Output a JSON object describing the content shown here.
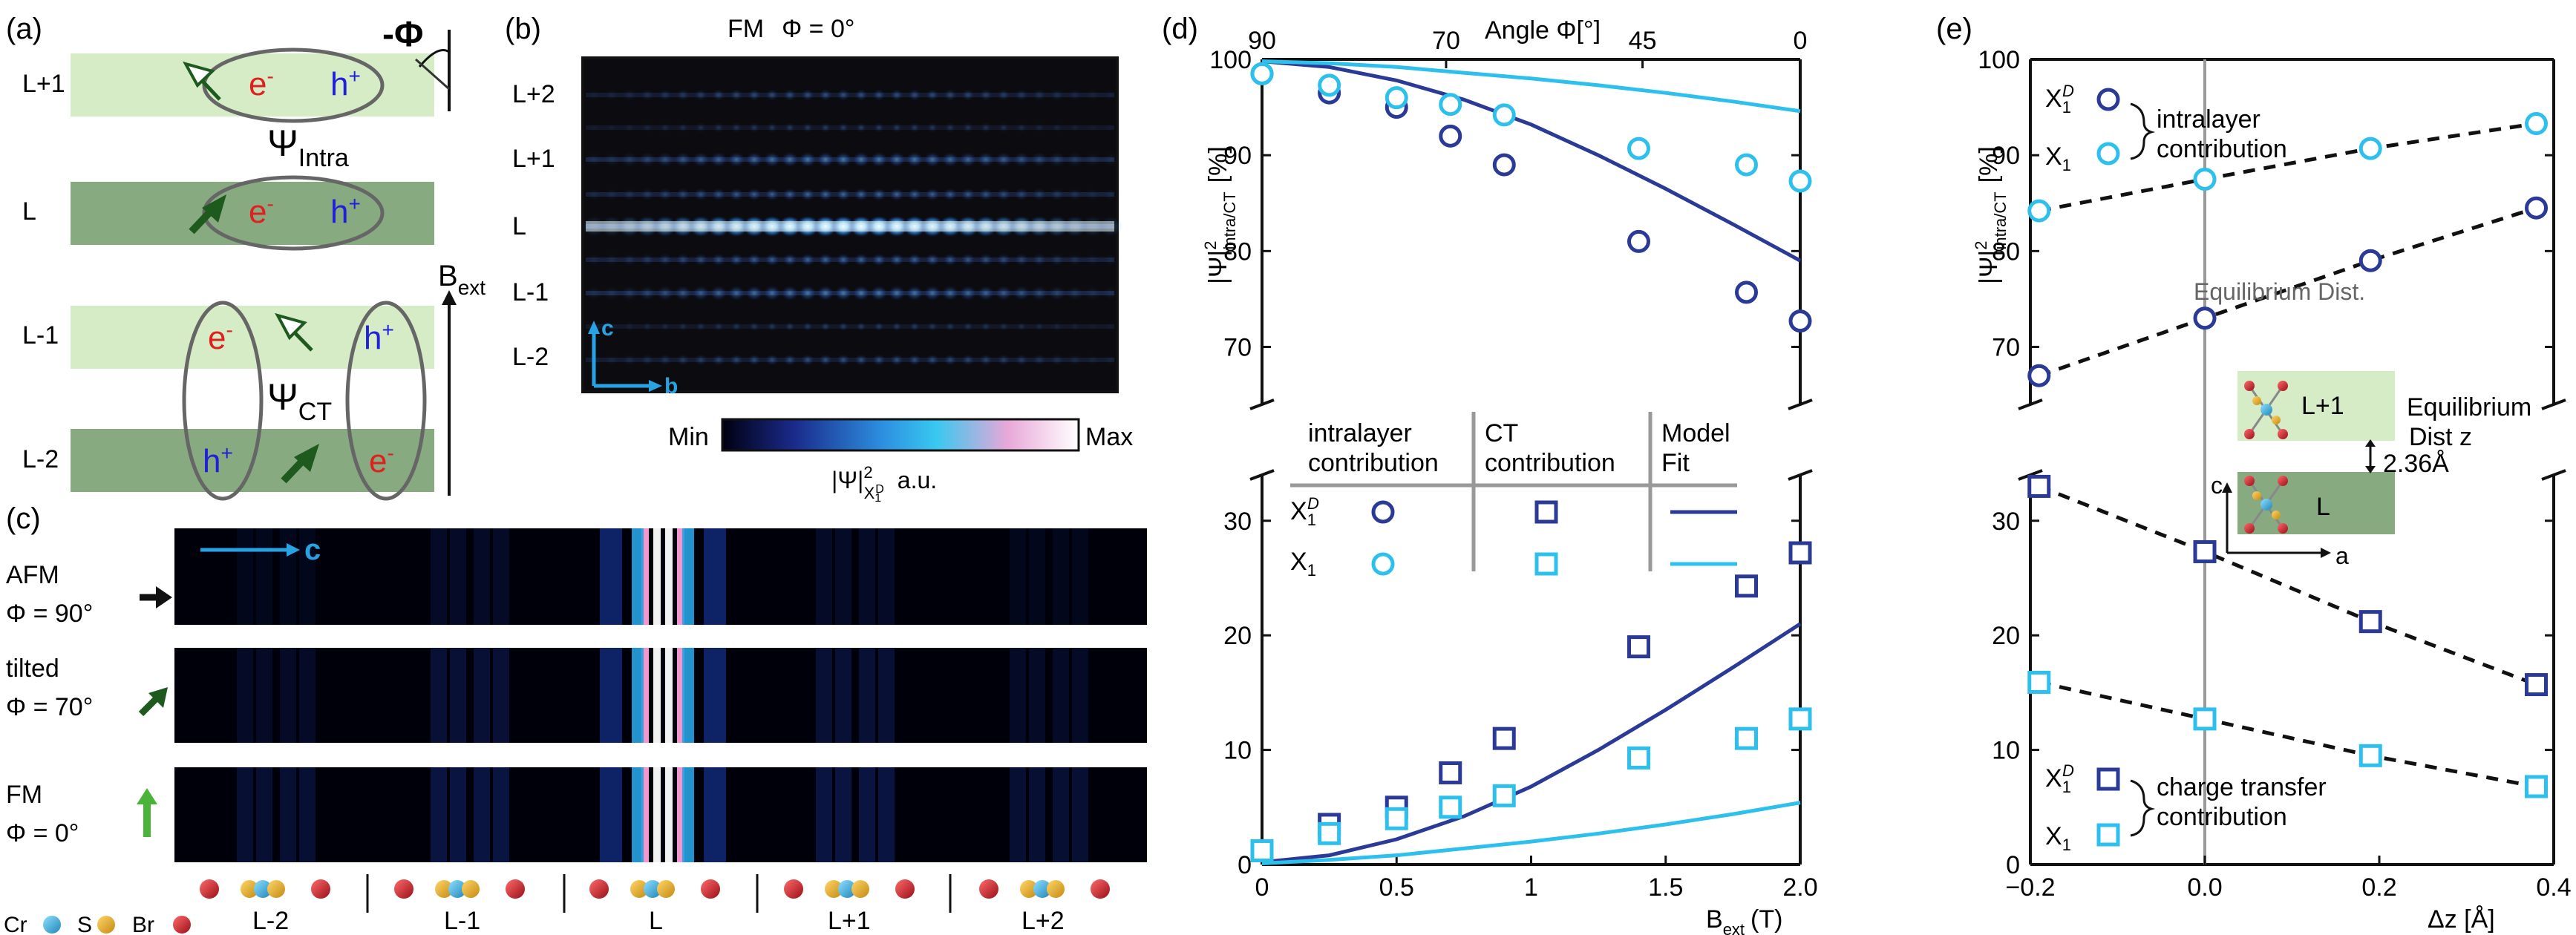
{
  "panel_labels": [
    "(a)",
    "(b)",
    "(c)",
    "(d)",
    "(e)"
  ],
  "colors": {
    "dark_blue": "#2a3a96",
    "light_blue": "#2ec0ec",
    "light_green": "#d5ecc6",
    "dark_green": "#87aa80",
    "electron": "#e02020",
    "hole": "#2020d8",
    "arrow_dark_green": "#1e5a1e",
    "arrow_light_green": "#4cb33a",
    "arrow_c": "#27a3e3",
    "cr_atom": "#3ab0d8",
    "s_atom": "#e3a41e",
    "br_atom": "#c81e2a"
  },
  "panel_a": {
    "layers": [
      "L+1",
      "L",
      "L-1",
      "L-2"
    ],
    "angle_label": "-Φ",
    "psi_intra": {
      "symbol": "Ψ",
      "sub": "Intra"
    },
    "psi_ct": {
      "symbol": "Ψ",
      "sub": "CT"
    },
    "b_field": {
      "symbol": "B",
      "sub": "ext"
    },
    "electron": "e",
    "hole": "h",
    "minus": "-",
    "plus": "+"
  },
  "panel_b": {
    "title": "FM",
    "phi_label": "Φ = 0°",
    "layer_labels": [
      "L+2",
      "L+1",
      "L",
      "L-1",
      "L-2"
    ],
    "axis_c": "c",
    "axis_b": "b",
    "colorbar_min": "Min",
    "colorbar_max": "Max",
    "colorbar_label_main": "|Ψ|",
    "colorbar_label_sup": "2",
    "colorbar_label_sub": "X",
    "colorbar_label_subsub": "1",
    "colorbar_label_subsup": "D",
    "colorbar_unit": "a.u."
  },
  "panel_c": {
    "axis_label": "c",
    "rows": [
      {
        "name": "AFM",
        "phi": "Φ = 90°"
      },
      {
        "name": "tilted",
        "phi": "Φ = 70°"
      },
      {
        "name": "FM",
        "phi": "Φ = 0°"
      }
    ],
    "layers": [
      "L-2",
      "L-1",
      "L",
      "L+1",
      "L+2"
    ],
    "legend": [
      {
        "label": "Cr"
      },
      {
        "label": "S"
      },
      {
        "label": "Br"
      }
    ]
  },
  "chart_data": [
    {
      "panel": "(d)",
      "type": "scatter",
      "xlabel_main": "B",
      "xlabel_sub": "ext",
      "xlabel_unit": "(T)",
      "ylabel_main": "|Ψ|",
      "ylabel_sup": "2",
      "ylabel_sub": "intra/CT",
      "ylabel_unit": "[%]",
      "xlim": [
        0,
        2.0
      ],
      "ylim_upper": [
        64,
        100
      ],
      "ylim_lower": [
        0,
        34
      ],
      "x_ticks": [
        "0",
        "0.5",
        "1",
        "1.5",
        "2.0"
      ],
      "y_ticks_upper": [
        "70",
        "80",
        "90",
        "100"
      ],
      "y_ticks_lower": [
        "0",
        "10",
        "20",
        "30"
      ],
      "top_axis_label": "Angle Φ[°]",
      "top_axis_ticks": [
        {
          "label": "90",
          "x": 0
        },
        {
          "label": "70",
          "x": 0.684
        },
        {
          "label": "45",
          "x": 1.414
        },
        {
          "label": "0",
          "x": 2.0
        }
      ],
      "table_headers": [
        "intralayer\ncontribution",
        "CT\ncontribution",
        "Model\nFit"
      ],
      "table_rows": [
        {
          "label": "X",
          "sub": "1",
          "sup": "D"
        },
        {
          "label": "X",
          "sub": "1",
          "sup": ""
        }
      ],
      "series": [
        {
          "name": "X1D intralayer",
          "marker": "circle",
          "color": "dark_blue",
          "x": [
            0,
            0.25,
            0.5,
            0.7,
            0.9,
            1.4,
            1.8,
            2.0
          ],
          "y": [
            98.5,
            96.5,
            95,
            92,
            89,
            81,
            75.7,
            72.7
          ]
        },
        {
          "name": "X1 intralayer",
          "marker": "circle",
          "color": "light_blue",
          "x": [
            0,
            0.25,
            0.5,
            0.7,
            0.9,
            1.4,
            1.8,
            2.0
          ],
          "y": [
            98.5,
            97.3,
            96,
            95.3,
            94.2,
            90.7,
            89,
            87.3
          ]
        },
        {
          "name": "X1D CT",
          "marker": "square",
          "color": "dark_blue",
          "x": [
            0,
            0.25,
            0.5,
            0.7,
            0.9,
            1.4,
            1.8,
            2.0
          ],
          "y": [
            1.2,
            3.5,
            5,
            8,
            11,
            19,
            24.3,
            27.2
          ]
        },
        {
          "name": "X1 CT",
          "marker": "square",
          "color": "light_blue",
          "x": [
            0,
            0.25,
            0.5,
            0.7,
            0.9,
            1.4,
            1.8,
            2.0
          ],
          "y": [
            1.2,
            2.7,
            4,
            5,
            6,
            9.3,
            11,
            12.7
          ]
        },
        {
          "name": "X1D intra fit",
          "marker": "line",
          "color": "dark_blue",
          "x": [
            0,
            0.25,
            0.5,
            0.75,
            1.0,
            1.25,
            1.5,
            1.75,
            2.0
          ],
          "y": [
            99.8,
            99.2,
            97.8,
            95.8,
            93.2,
            90.0,
            86.5,
            82.8,
            79.0
          ]
        },
        {
          "name": "X1 intra fit",
          "marker": "line",
          "color": "light_blue",
          "x": [
            0,
            0.25,
            0.5,
            0.75,
            1.0,
            1.25,
            1.5,
            1.75,
            2.0
          ],
          "y": [
            99.8,
            99.6,
            99.2,
            98.6,
            98.0,
            97.3,
            96.5,
            95.6,
            94.6
          ]
        },
        {
          "name": "X1D CT fit",
          "marker": "line",
          "color": "dark_blue",
          "x": [
            0,
            0.25,
            0.5,
            0.75,
            1.0,
            1.25,
            1.5,
            1.75,
            2.0
          ],
          "y": [
            0.2,
            0.8,
            2.2,
            4.2,
            6.8,
            10.0,
            13.5,
            17.2,
            21.0
          ]
        },
        {
          "name": "X1 CT fit",
          "marker": "line",
          "color": "light_blue",
          "x": [
            0,
            0.25,
            0.5,
            0.75,
            1.0,
            1.25,
            1.5,
            1.75,
            2.0
          ],
          "y": [
            0.1,
            0.4,
            0.8,
            1.4,
            2.0,
            2.7,
            3.5,
            4.4,
            5.4
          ]
        }
      ]
    },
    {
      "panel": "(e)",
      "type": "line",
      "xlabel": "Δz [Å]",
      "ylabel_main": "|Ψ|",
      "ylabel_sup": "2",
      "ylabel_sub": "intra/CT",
      "ylabel_unit": "[%]",
      "xlim": [
        -0.2,
        0.4
      ],
      "ylim_upper": [
        64,
        100
      ],
      "ylim_lower": [
        0,
        34
      ],
      "x_ticks": [
        "−0.2",
        "0.0",
        "0.2",
        "0.4"
      ],
      "y_ticks_upper": [
        "70",
        "80",
        "90",
        "100"
      ],
      "y_ticks_lower": [
        "0",
        "10",
        "20",
        "30"
      ],
      "equilibrium_label": "Equilibrium Dist.",
      "legend_intra_text": "intralayer\ncontribution",
      "legend_ct_text": "charge transfer\ncontribution",
      "inset": {
        "upper": "L+1",
        "lower": "L",
        "text1": "Equilibrium",
        "text2": "Dist z",
        "text3": "2.36Å",
        "axis_c": "c",
        "axis_a": "a"
      },
      "series": [
        {
          "name": "X1D intralayer",
          "marker": "circle",
          "color": "dark_blue",
          "x": [
            -0.19,
            0.0,
            0.19,
            0.38
          ],
          "y": [
            67,
            73,
            79,
            84.5
          ]
        },
        {
          "name": "X1 intralayer",
          "marker": "circle",
          "color": "light_blue",
          "x": [
            -0.19,
            0.0,
            0.19,
            0.38
          ],
          "y": [
            84.2,
            87.5,
            90.7,
            93.3
          ]
        },
        {
          "name": "X1D CT",
          "marker": "square",
          "color": "dark_blue",
          "x": [
            -0.19,
            0.0,
            0.19,
            0.38
          ],
          "y": [
            33,
            27.3,
            21.2,
            15.7
          ]
        },
        {
          "name": "X1 CT",
          "marker": "square",
          "color": "light_blue",
          "x": [
            -0.19,
            0.0,
            0.19,
            0.38
          ],
          "y": [
            15.9,
            12.7,
            9.5,
            6.8
          ]
        }
      ]
    }
  ]
}
